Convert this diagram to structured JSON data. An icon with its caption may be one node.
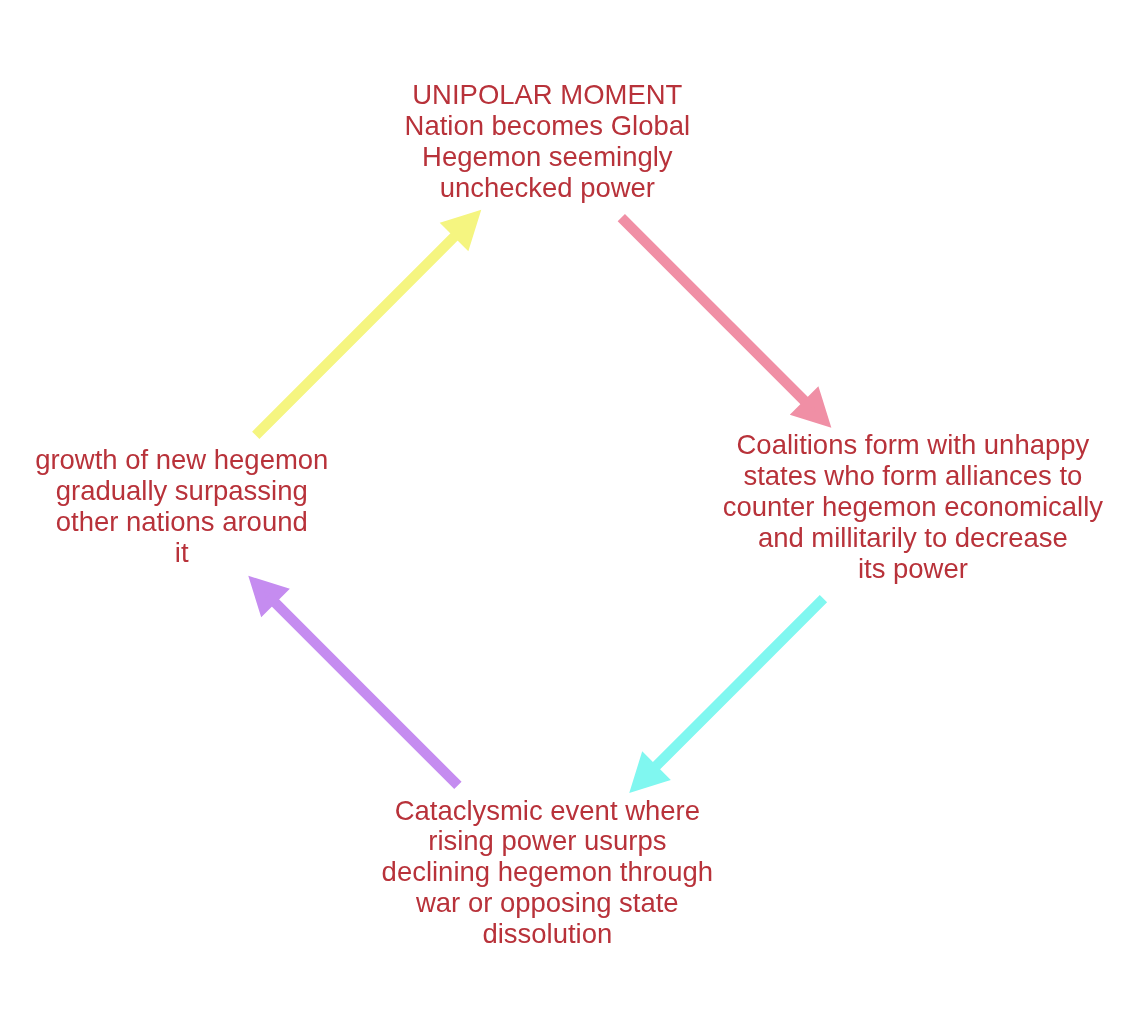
{
  "diagram": {
    "nodes": [
      {
        "text": [
          "Cataclysmic event where rising power usurps declining hegemon through war or opposing state dissolution"
        ]
      },
      {
        "text": [
          "growth of new hegemon gradually surpassing other nations around it"
        ]
      },
      {
        "text": [
          "UNIPOLAR MOMENT",
          "Nation becomes Global Hegemon seemingly unchecked power"
        ]
      },
      {
        "text": [
          "Coalitions form with unhappy states who form alliances to counter hegemon economically and millitarily to decrease its power"
        ]
      }
    ],
    "edges": [
      {
        "from": 0,
        "to": 1,
        "arrow": "to",
        "color": "#c58cf0"
      },
      {
        "from": 1,
        "to": 2,
        "arrow": "to",
        "color": "#f5f580"
      },
      {
        "from": 2,
        "to": 3,
        "arrow": "to",
        "color": "#f08fa5"
      },
      {
        "from": 3,
        "to": 0,
        "arrow": "to",
        "color": "#80f7f0"
      }
    ]
  }
}
